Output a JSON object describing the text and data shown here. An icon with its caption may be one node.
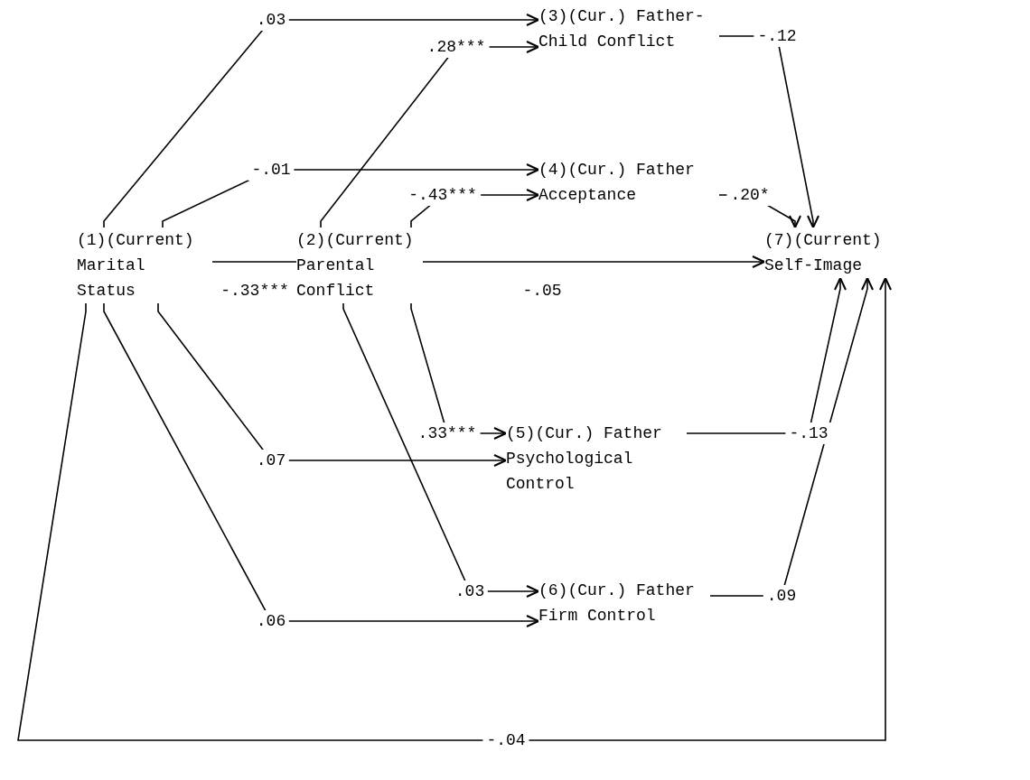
{
  "diagram": {
    "nodes": [
      {
        "text": [
          "(1)(Current) Marital Status"
        ]
      },
      {
        "text": [
          "(2)(Current) Parental Conflict"
        ]
      },
      {
        "text": [
          "(3)(Cur.) Father- Child Conflict"
        ]
      },
      {
        "text": [
          "(4)(Cur.) Father Acceptance"
        ]
      },
      {
        "text": [
          "(5)(Cur.) Father Psychological Control"
        ]
      },
      {
        "text": [
          "(6)(Cur.) Father Firm Control"
        ]
      },
      {
        "text": [
          "(7)(Current) Self-Image"
        ]
      }
    ],
    "edges": [
      {
        "from": 0,
        "to": 2,
        "arrow": "to",
        "label": ".03"
      },
      {
        "from": 1,
        "to": 2,
        "arrow": "to",
        "label": ".28***"
      },
      {
        "from": 0,
        "to": 3,
        "arrow": "to",
        "label": "-.01"
      },
      {
        "from": 1,
        "to": 3,
        "arrow": "to",
        "label": "-.43***"
      },
      {
        "from": 0,
        "to": 1,
        "arrow": "none",
        "label": "-.33***"
      },
      {
        "from": 1,
        "to": 6,
        "arrow": "to",
        "label": "-.05"
      },
      {
        "from": 1,
        "to": 4,
        "arrow": "to",
        "label": ".33***"
      },
      {
        "from": 0,
        "to": 4,
        "arrow": "to",
        "label": ".07"
      },
      {
        "from": 1,
        "to": 5,
        "arrow": "to",
        "label": ".03"
      },
      {
        "from": 0,
        "to": 5,
        "arrow": "to",
        "label": ".06"
      },
      {
        "from": 2,
        "to": 6,
        "arrow": "to",
        "label": "-.12"
      },
      {
        "from": 3,
        "to": 6,
        "arrow": "to",
        "label": ".20*"
      },
      {
        "from": 4,
        "to": 6,
        "arrow": "to",
        "label": "-.13"
      },
      {
        "from": 5,
        "to": 6,
        "arrow": "to",
        "label": ".09"
      },
      {
        "from": 0,
        "to": 6,
        "arrow": "to",
        "label": "-.04"
      }
    ]
  }
}
